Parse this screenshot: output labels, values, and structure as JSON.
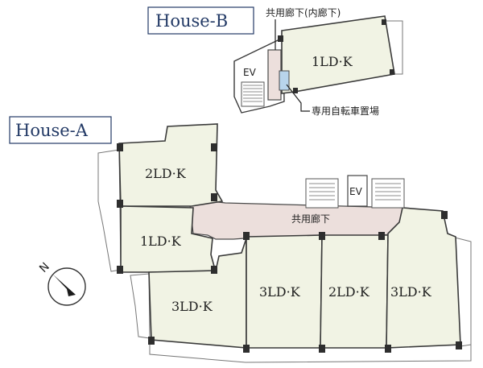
{
  "houses": {
    "a": {
      "label": "House-A"
    },
    "b": {
      "label": "House-B"
    }
  },
  "units": {
    "a_2ld": "2LD·K",
    "a_1ld": "1LD·K",
    "a_3ld_left": "3LD·K",
    "a_3ld_mid": "3LD·K",
    "a_2ld_mid": "2LD·K",
    "a_3ld_right": "3LD·K",
    "b_1ld": "1LD·K"
  },
  "labels": {
    "corridor_a": "共用廊下",
    "corridor_b_inner": "共用廊下(内廊下)",
    "bike_parking": "専用自転車置場",
    "ev_a": "EV",
    "ev_b": "EV"
  },
  "compass": {
    "letter": "N"
  }
}
